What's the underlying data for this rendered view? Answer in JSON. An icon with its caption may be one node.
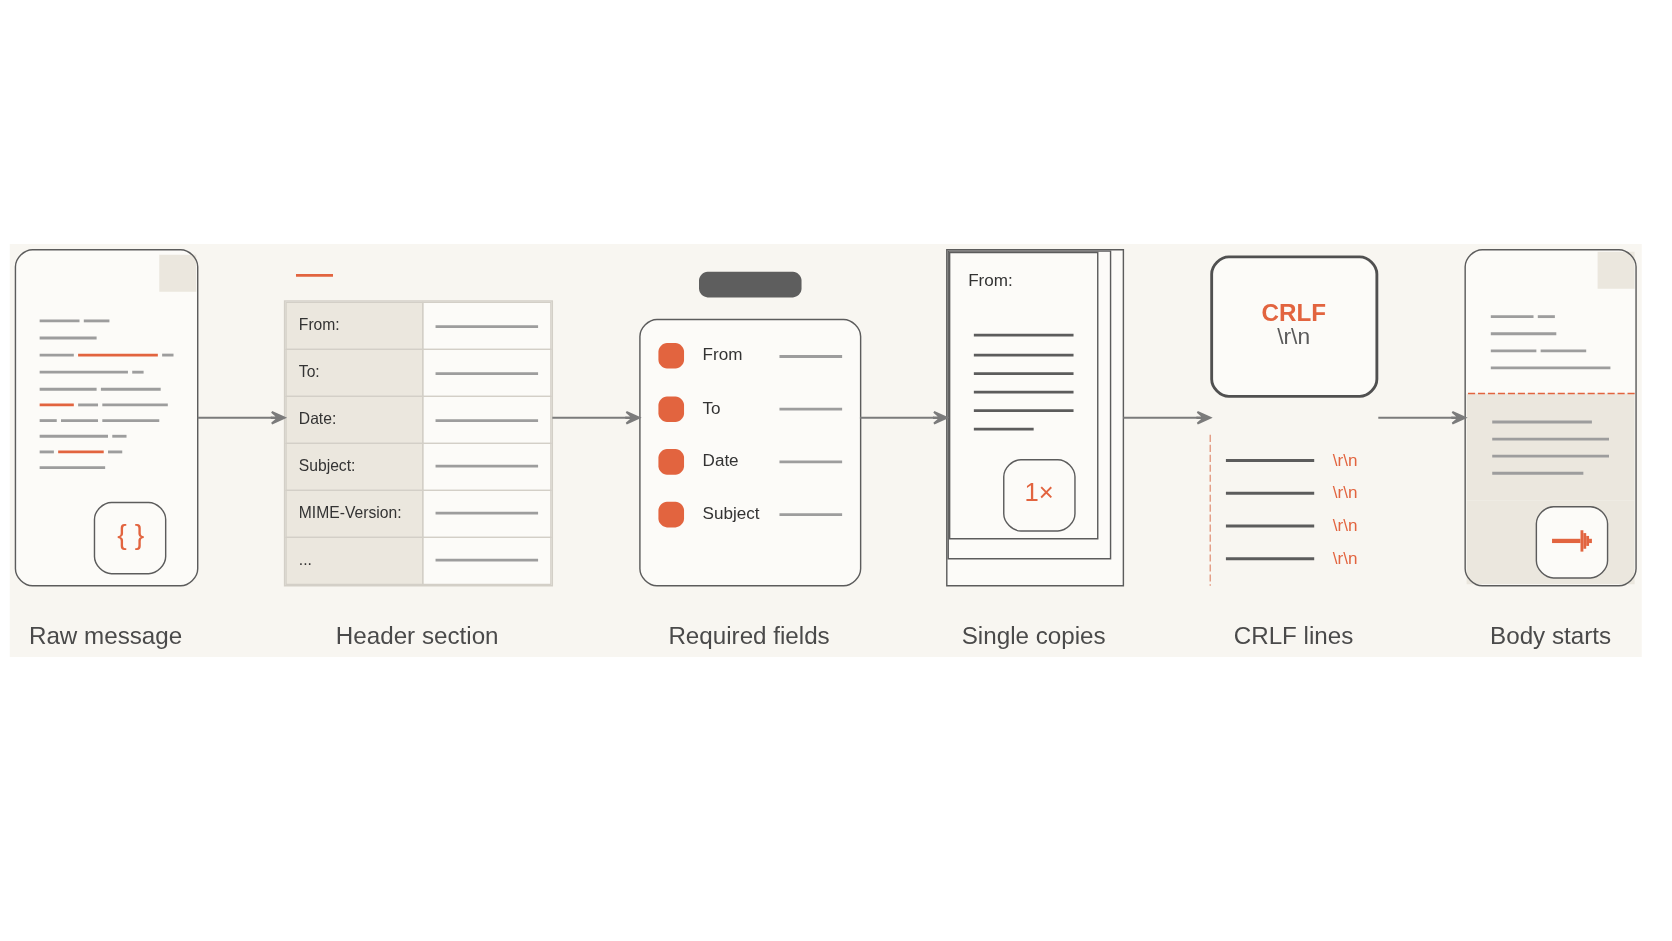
{
  "diagram": {
    "nodes": [
      {
        "text": [
          "{ }"
        ],
        "beside": [
          "Raw message"
        ]
      },
      {
        "text": [
          "From:",
          "To:",
          "Date:",
          "Subject:",
          "MIME-Version:",
          "..."
        ],
        "beside": [
          "Header section"
        ]
      },
      {
        "text": [
          "From",
          "To",
          "Date",
          "Subject"
        ],
        "beside": [
          "Required fields"
        ]
      },
      {
        "text": [
          "From:",
          "1×"
        ],
        "beside": [
          "Single copies"
        ]
      },
      {
        "text": [
          "CRLF",
          "\\r\\n",
          "\\r\\n",
          "\\r\\n",
          "\\r\\n",
          "\\r\\n"
        ],
        "beside": [
          "CRLF lines"
        ]
      },
      {
        "text": [],
        "shape": "picture",
        "beside": [
          "Body starts"
        ]
      }
    ],
    "edges": [
      {
        "from": 0,
        "to": 1,
        "arrow": "to"
      },
      {
        "from": 1,
        "to": 2,
        "arrow": "to"
      },
      {
        "from": 2,
        "to": 3,
        "arrow": "to"
      },
      {
        "from": 3,
        "to": 4,
        "arrow": "to"
      },
      {
        "from": 4,
        "to": 5,
        "arrow": "to"
      }
    ]
  }
}
